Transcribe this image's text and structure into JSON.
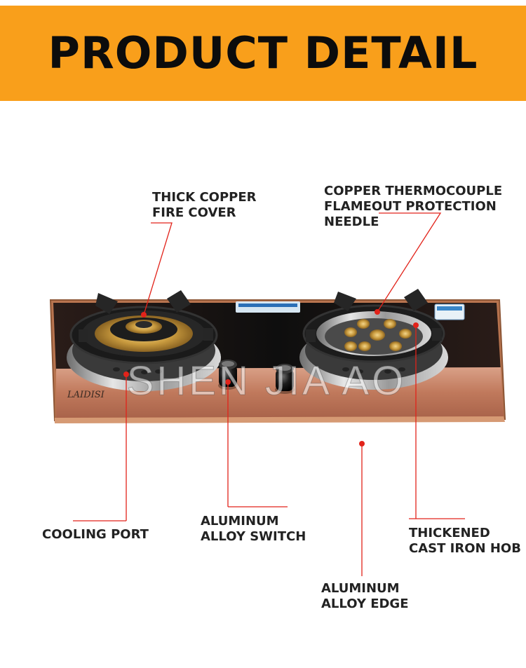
{
  "header": {
    "title": "PRODUCT DETAIL"
  },
  "watermark": "SHEN JIA AO",
  "brand_mark": "LAIDISI",
  "callouts": {
    "fire_cover": "THICK COPPER\nFIRE COVER",
    "thermocouple": "COPPER THERMOCOUPLE\nFLAMEOUT PROTECTION\nNEEDLE",
    "cooling_port": "COOLING PORT",
    "switch": "ALUMINUM\nALLOY SWITCH",
    "hob": "THICKENED\nCAST IRON HOB",
    "edge": "ALUMINUM\nALLOY EDGE"
  },
  "colors": {
    "banner": "#f99f1b",
    "callout_line": "#e2231a",
    "glass_top": "#151515",
    "rose_gold": "#c9876a"
  }
}
